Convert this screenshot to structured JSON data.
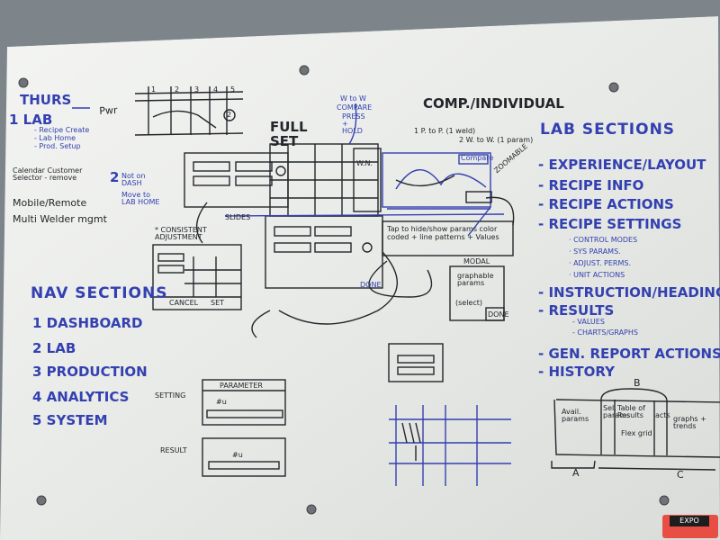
{
  "top_left": {
    "title": "THURS",
    "lab": "1 LAB",
    "lab_items": [
      "- Recipe Create",
      "- Lab Home",
      "- Prod. Setup"
    ],
    "customer_selector": "Calendar Customer Selector - remove",
    "number_2": "2",
    "not_on_dash": "Not on DASH",
    "move_to_lab": "Move to LAB HOME",
    "mobile_remote": "Mobile/Remote",
    "multi_welder": "Multi Welder mgmt"
  },
  "sketch_top": {
    "timeline_numbers": [
      "1",
      "2",
      "3",
      "4",
      "5"
    ],
    "pwr": "Pwr",
    "circle_2": "2",
    "full_set": "FULL SET",
    "w_to_w": "W to W",
    "compare": "COMPARE",
    "press_hold": "PRESS + HOLD",
    "w_n": "W.N.",
    "slides": "SLIDES",
    "consistent_adjustment": "* CONSISTENT ADJUSTMENT",
    "cancel": "CANCEL",
    "set": "SET",
    "done": "DONE"
  },
  "comp_section": {
    "title": "COMP./INDIVIDUAL",
    "p_to_p": "1 P. to P. (1 weld)",
    "w_to_w": "2 W. to W. (1 param)",
    "zoomable": "ZOOMABLE",
    "compare_label": "Compare",
    "tap_note": "Tap to hide/show params color coded + line patterns + Values",
    "modal": "MODAL",
    "graphable": "graphable params",
    "select": "(select)",
    "done": "DONE"
  },
  "nav_sections": {
    "title": "NAV SECTIONS",
    "items": [
      "1 DASHBOARD",
      "2 LAB",
      "3 PRODUCTION",
      "4 ANALYTICS",
      "5 SYSTEM"
    ]
  },
  "param_sketch": {
    "setting": "SETTING",
    "parameter": "PARAMETER",
    "result": "RESULT",
    "marks": "#u",
    "value": "#u"
  },
  "lab_sections": {
    "title": "LAB SECTIONS",
    "items": [
      "- EXPERIENCE/LAYOUT",
      "- RECIPE INFO",
      "- RECIPE ACTIONS",
      "- RECIPE SETTINGS",
      "· CONTROL MODES",
      "· SYS PARAMS.",
      "· ADJUST. PERMS.",
      "· UNIT ACTIONS",
      "- INSTRUCTION/HEADING",
      "- RESULTS",
      "- VALUES",
      "- CHARTS/GRAPHS",
      "- GEN. REPORT ACTIONS",
      "- HISTORY"
    ]
  },
  "layout_sketch": {
    "label_b": "B",
    "avail_params": "Avail. params",
    "sel_params": "Sel. params",
    "table_of_results": "Table of Results",
    "flex_grid": "Flex grid",
    "acts": "acts",
    "graphs_trends": "graphs + trends",
    "label_a": "A",
    "label_c": "C"
  },
  "eraser_label": "EXPO",
  "colors": {
    "board": "#e9ebe8",
    "blue_marker": "#3340b0",
    "black_marker": "#23262b",
    "frame": "#7d858b",
    "eraser": "#e94e45"
  }
}
